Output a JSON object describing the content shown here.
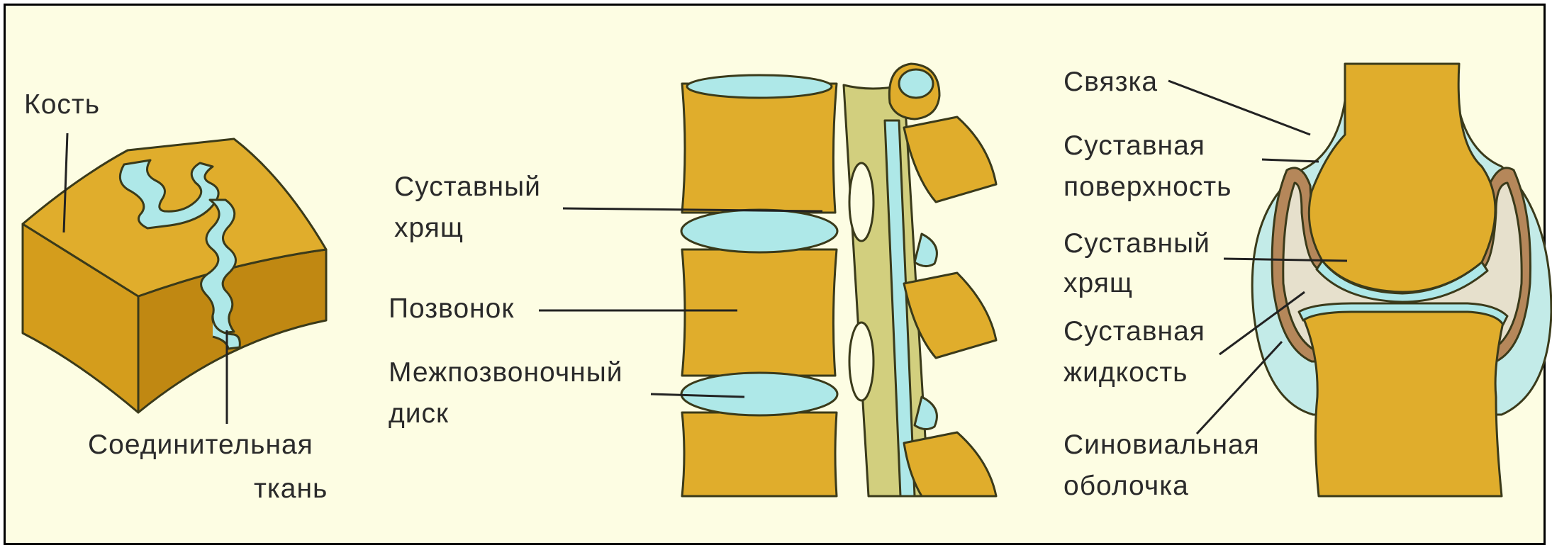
{
  "panel_bone_suture": {
    "bone": "Кость",
    "connective_tissue_line1": "Соединительная",
    "connective_tissue_line2": "ткань"
  },
  "panel_spine": {
    "cartilage_line1": "Суставный",
    "cartilage_line2": "хрящ",
    "vertebra": "Позвонок",
    "disc_line1": "Межпозвоночный",
    "disc_line2": "диск"
  },
  "panel_joint": {
    "ligament": "Связка",
    "surface_line1": "Суставная",
    "surface_line2": "поверхность",
    "cartilage_line1": "Суставный",
    "cartilage_line2": "хрящ",
    "fluid_line1": "Суставная",
    "fluid_line2": "жидкость",
    "synovial_line1": "Синовиальная",
    "synovial_line2": "оболочка"
  },
  "colors": {
    "background": "#fdfde3",
    "bone": "#e0ad2c",
    "bone_dark": "#c89516",
    "cartilage": "#aee8e8",
    "ligament_band": "#d2cf7e",
    "fluid": "#e6e0cc",
    "synovial_membrane": "#b5875a",
    "outline": "#3a3a1a"
  }
}
